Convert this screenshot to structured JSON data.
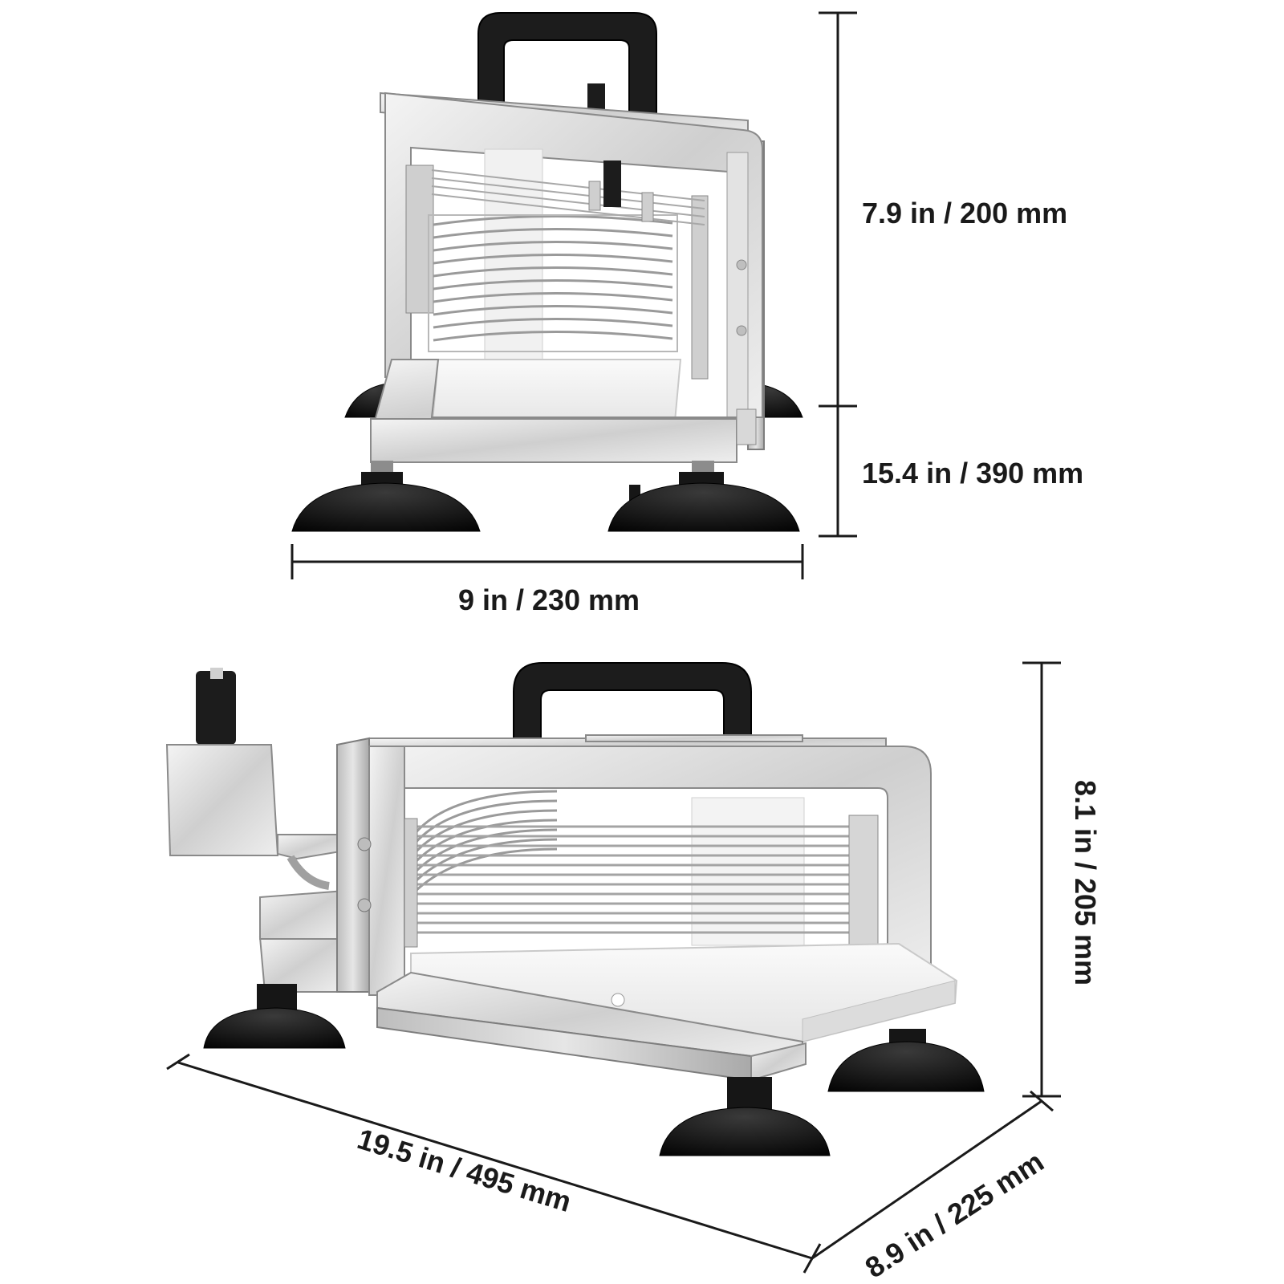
{
  "front_view": {
    "dimensions": {
      "upper_height": "7.9 in / 200 mm",
      "lower_height": "15.4 in / 390 mm",
      "width": "9 in / 230 mm"
    }
  },
  "side_view": {
    "dimensions": {
      "height": "8.1 in / 205 mm",
      "length": "19.5 in / 495 mm",
      "depth": "8.9 in / 225 mm"
    }
  },
  "colors": {
    "background": "#ffffff",
    "text": "#1a1a1a",
    "steel": "#d9d9d9",
    "rubber": "#111111",
    "board": "#f2f2f2"
  }
}
